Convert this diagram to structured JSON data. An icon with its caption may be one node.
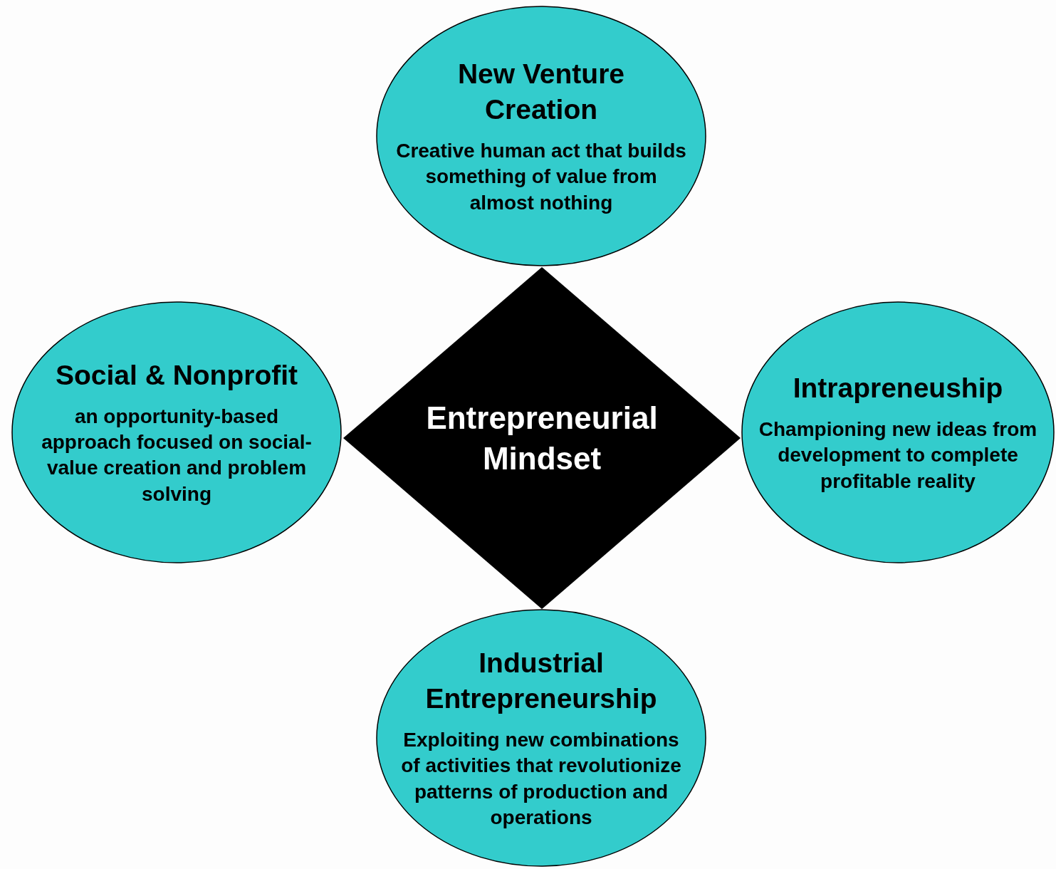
{
  "diagram": {
    "nodes": [
      {
        "text": [
          "New Venture Creation",
          "Creative human act that builds something of value from almost nothing"
        ]
      },
      {
        "text": [
          "Social & Nonprofit",
          "an opportunity-based approach focused on social-value creation and problem solving"
        ]
      },
      {
        "text": [
          "Entrepreneurial Mindset"
        ]
      },
      {
        "text": [
          "Intrapreneuship",
          "Championing new ideas from development to complete profitable reality"
        ]
      },
      {
        "text": [
          "Industrial Entrepreneurship",
          "Exploiting new combinations of activities that revolutionize patterns of production and operations"
        ]
      }
    ]
  }
}
